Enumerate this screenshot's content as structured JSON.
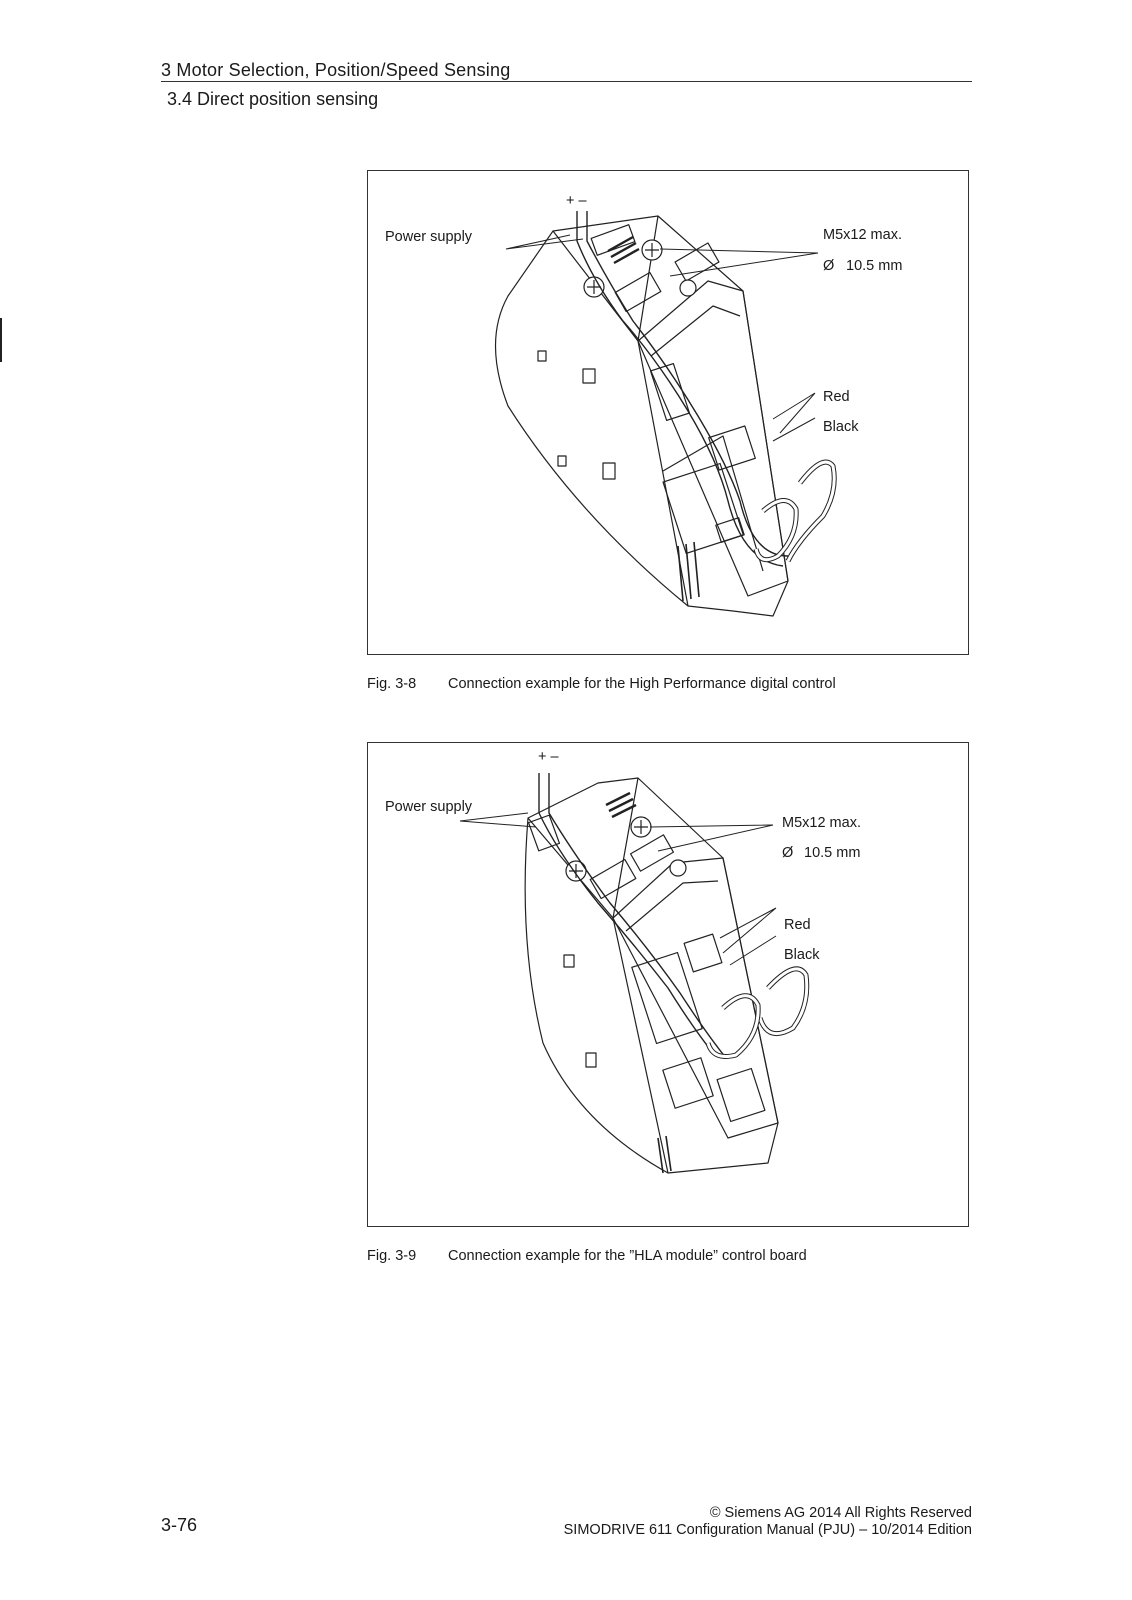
{
  "header": {
    "chapter": "3  Motor Selection, Position/Speed Sensing",
    "section": "3.4    Direct position sensing"
  },
  "figure_1": {
    "labels": {
      "polarity": "+ –",
      "power_supply": "Power supply",
      "screw_spec": "M5x12 max.",
      "diameter_symbol": "Ø",
      "diameter_value": "10.5 mm",
      "red": "Red",
      "black": "Black"
    },
    "caption_number": "Fig. 3-8",
    "caption_text": "Connection example for the High Performance digital control"
  },
  "figure_2": {
    "labels": {
      "polarity": "+ –",
      "power_supply": "Power supply",
      "screw_spec": "M5x12 max.",
      "diameter_symbol": "Ø",
      "diameter_value": "10.5 mm",
      "red": "Red",
      "black": "Black"
    },
    "caption_number": "Fig. 3-9",
    "caption_text": "Connection example for the ”HLA module” control board"
  },
  "footer": {
    "page_number": "3-76",
    "copyright": "© Siemens AG 2014 All Rights Reserved",
    "manual": "SIMODRIVE 611 Configuration Manual (PJU) – 10/2014 Edition"
  }
}
